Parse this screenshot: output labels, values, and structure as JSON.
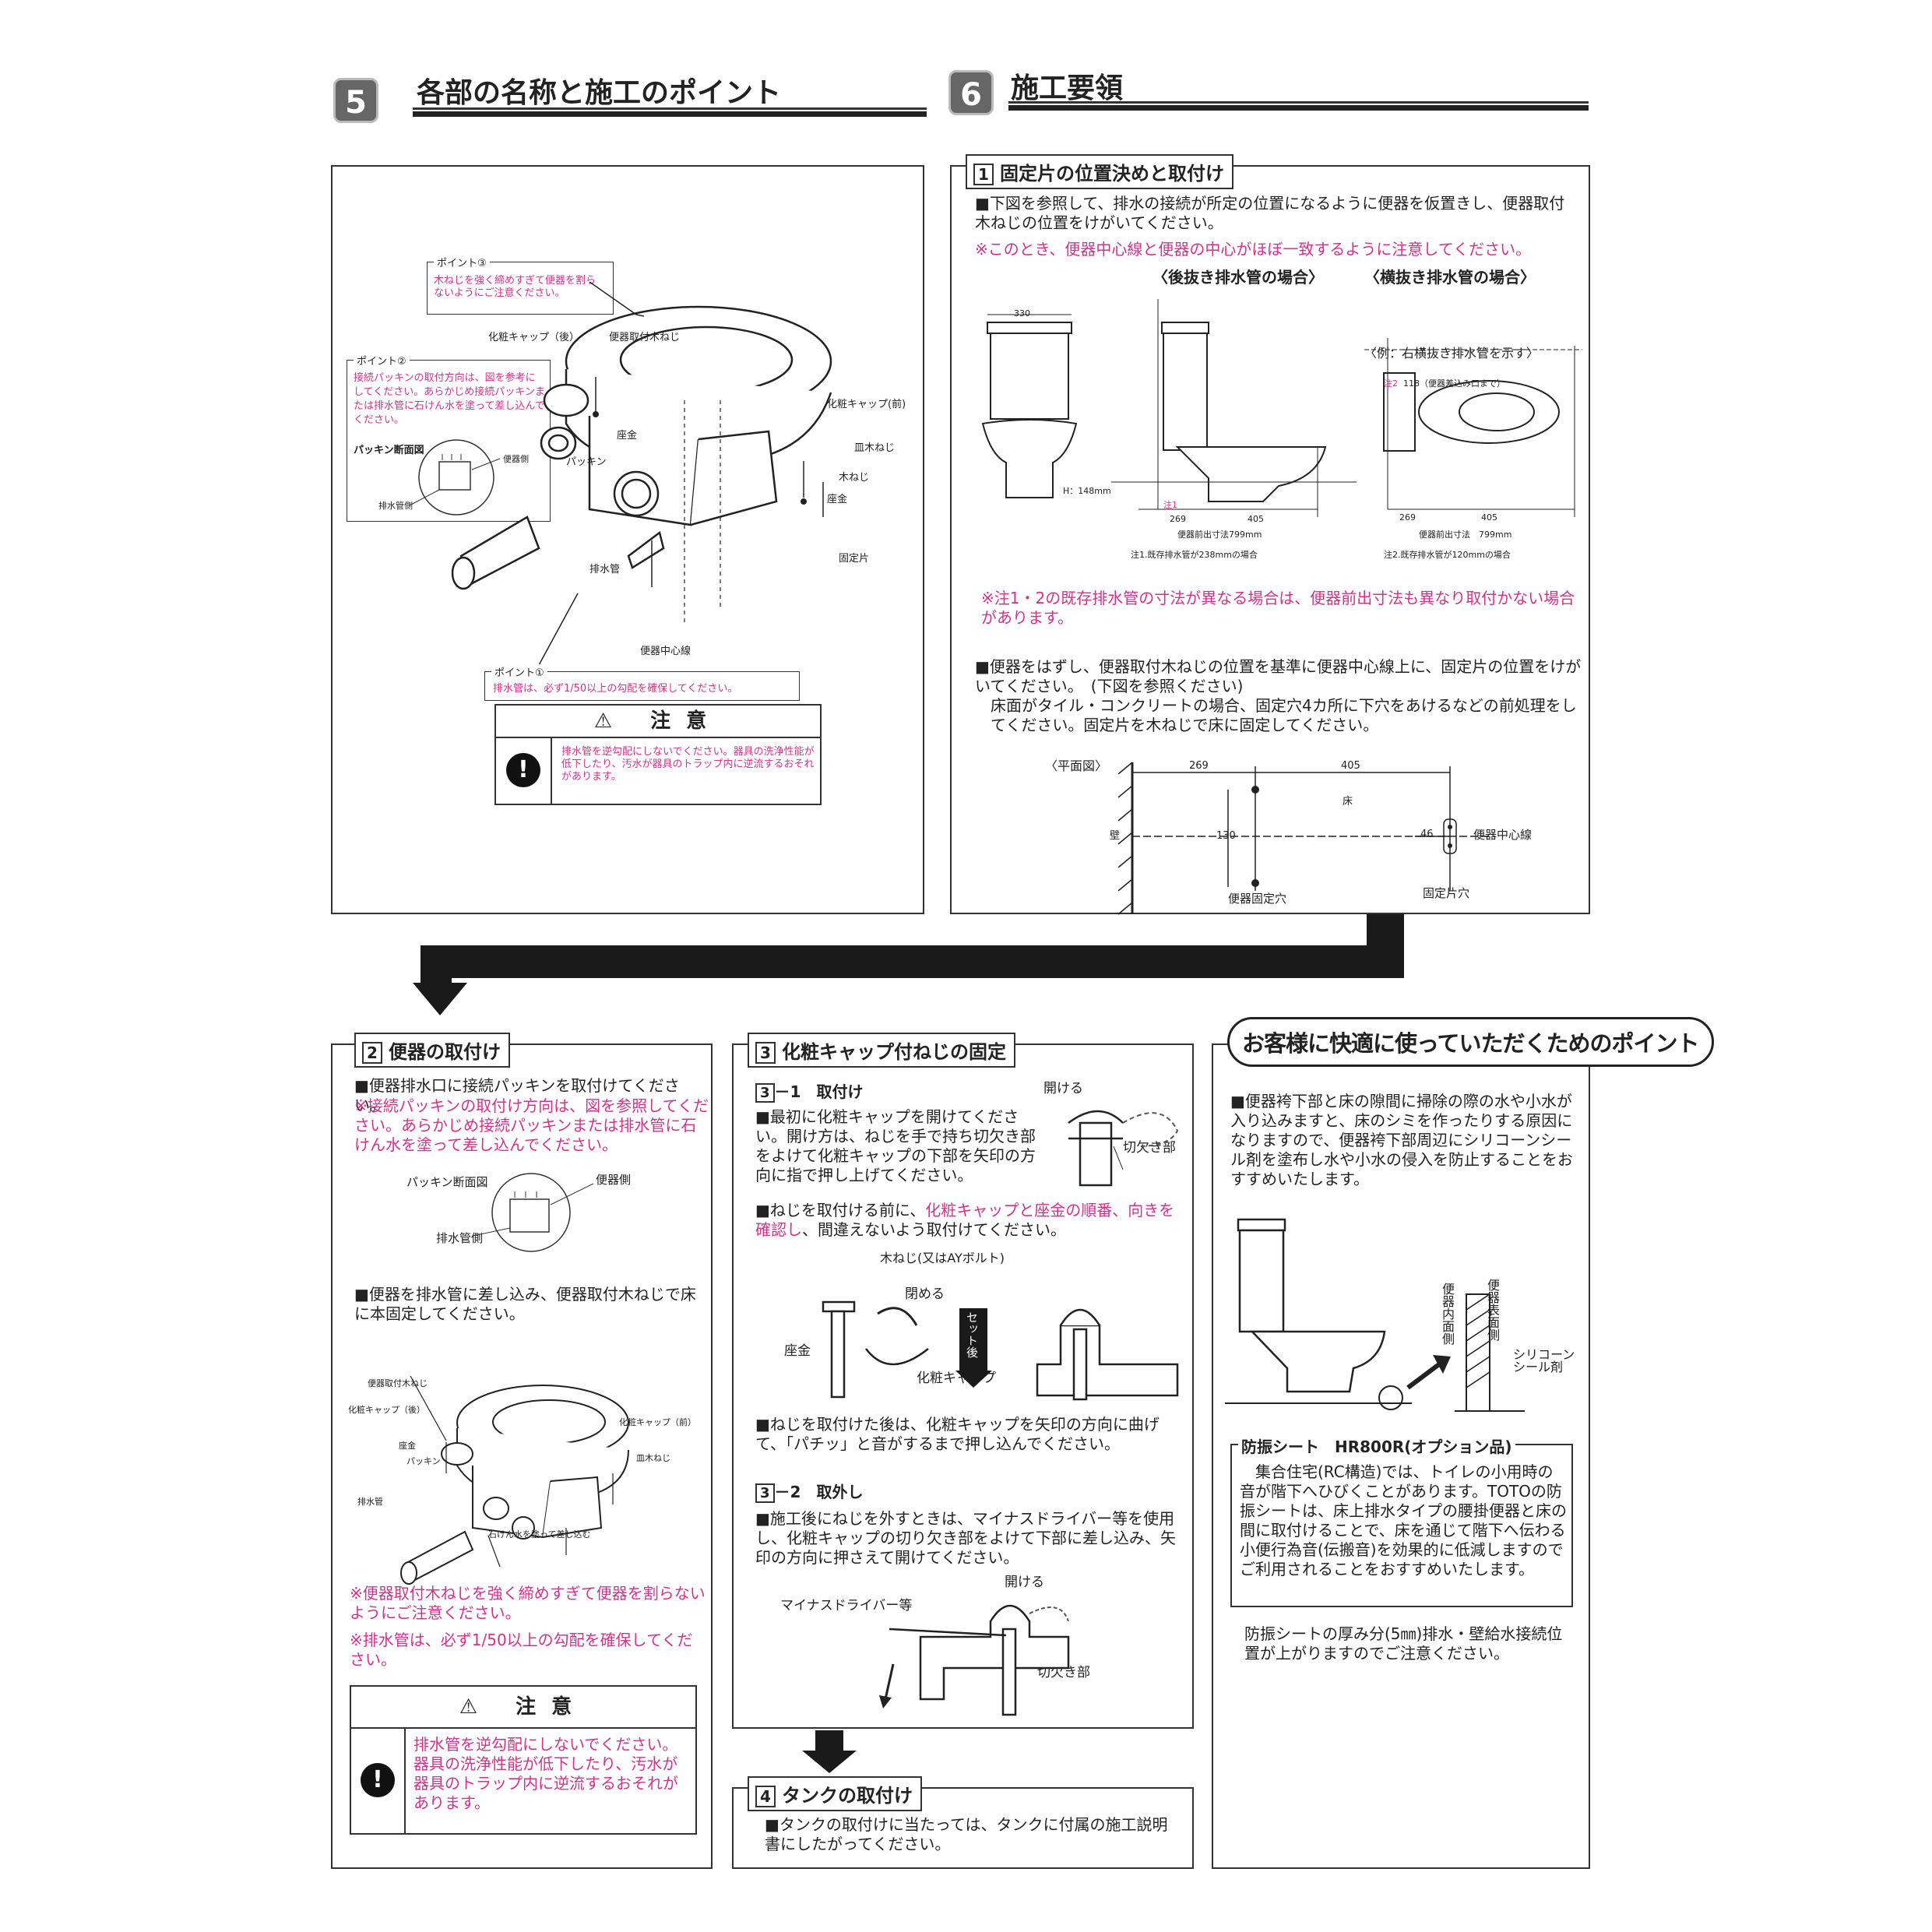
{
  "sec5": {
    "num": "5",
    "title": "各部の名称と施工のポイント"
  },
  "sec6": {
    "num": "6",
    "title": "施工要領"
  },
  "parts": {
    "point3_label": "ポイント③",
    "point3_text": "木ねじを強く締めすぎて便器を割らないようにご注意ください。",
    "point2_label": "ポイント②",
    "point2_text": "接続パッキンの取付方向は、図を参考にしてください。あらかじめ接続パッキンまたは排水管に石けん水を塗って差し込んでください。",
    "packing_section": "パッキン断面図",
    "toilet_side": "便器側",
    "drain_side": "排水管側",
    "cap_rear": "化粧キャップ（後）",
    "bowl_screw": "便器取付木ねじ",
    "cap_front": "化粧キャップ(前)",
    "washer": "座金",
    "packing": "パッキン",
    "dish_screw": "皿木ねじ",
    "wood_screw": "木ねじ",
    "washer2": "座金",
    "fixing_piece": "固定片",
    "drain_pipe": "排水管",
    "center_line": "便器中心線",
    "point1_label": "ポイント①",
    "point1_text": "排水管は、必ず1/50以上の勾配を確保してください。",
    "caution_head": "注意",
    "caution_text": "排水管を逆勾配にしないでください。器具の洗浄性能が低下したり、汚水が器具のトラップ内に逆流するおそれがあります。"
  },
  "step1": {
    "num": "1",
    "title": "固定片の位置決めと取付け",
    "para1": "■下図を参照して、排水の接続が所定の位置になるように便器を仮置きし、便器取付木ねじの位置をけがいてください。",
    "para1_note": "※このとき、便器中心線と便器の中心がほぼ一致するように注意してください。",
    "case_rear": "〈後抜き排水管の場合〉",
    "case_side": "〈横抜き排水管の場合〉",
    "example": "〈例：右横抜き排水管を示す〉",
    "dim_330": "330",
    "dim_h": "H：148mm",
    "dim_note1": "注1",
    "dim_269": "269",
    "dim_405": "405",
    "dim_total": "便器前出寸法799mm",
    "dim_caption1": "注1.既存排水管が238mmの場合",
    "dim_note2": "注2",
    "dim_118": "118（便器差込み口まで）",
    "dim_269b": "269",
    "dim_405b": "405",
    "dim_total2": "便器前出寸法　799mm",
    "dim_caption2": "注2.既存排水管が120mmの場合",
    "note_dims": "※注1・2の既存排水管の寸法が異なる場合は、便器前出寸法も異なり取付かない場合があります。",
    "para2": "■便器をはずし、便器取付木ねじの位置を基準に便器中心線上に、固定片の位置をけがいてください。　(下図を参照ください)",
    "para3": "床面がタイル・コンクリートの場合、固定穴4カ所に下穴をあけるなどの前処理をしてください。固定片を木ねじで床に固定してください。",
    "plan_label": "〈平面図〉",
    "plan_269": "269",
    "plan_405": "405",
    "plan_floor": "床",
    "plan_wall": "壁",
    "plan_130": "130",
    "plan_46": "46",
    "plan_center": "便器中心線",
    "plan_hole": "便器固定穴",
    "plan_piece_hole": "固定片穴"
  },
  "step2": {
    "num": "2",
    "title": "便器の取付け",
    "para1": "■便器排水口に接続パッキンを取付けてください。",
    "note1": "※接続パッキンの取付け方向は、図を参照してください。あらかじめ接続パッキンまたは排水管に石けん水を塗って差し込んでください。",
    "packing_section": "パッキン断面図",
    "toilet_side": "便器側",
    "drain_side": "排水管側",
    "para2": "■便器を排水管に差し込み、便器取付木ねじで床に本固定してください。",
    "bowl_screw": "便器取付木ねじ",
    "cap_rear": "化粧キャップ（後）",
    "cap_front": "化粧キャップ（前）",
    "washer": "座金",
    "packing": "パッキン",
    "dish_screw": "皿木ねじ",
    "drain_pipe": "排水管",
    "soap": "石けん水を塗って差し込む",
    "note2": "※便器取付木ねじを強く締めすぎて便器を割らないようにご注意ください。",
    "note3": "※排水管は、必ず1/50以上の勾配を確保してください。",
    "caution_head": "注意",
    "caution_text": "排水管を逆勾配にしないでください。器具の洗浄性能が低下したり、汚水が器具のトラップ内に逆流するおそれがあります。"
  },
  "step3": {
    "num": "3",
    "title": "化粧キャップ付ねじの固定",
    "sub1": "－1　取付け",
    "sub1_num": "3",
    "para1": "■最初に化粧キャップを開けてください。開け方は、ねじを手で持ち切欠き部をよけて化粧キャップの下部を矢印の方向に指で押し上げてください。",
    "open": "開ける",
    "notch": "切欠き部",
    "para2a": "■ねじを取付ける前に、",
    "para2b": "化粧キャップと座金の順番、向きを確認し",
    "para2c": "、間違えないよう取付けてください。",
    "wood_screw": "木ねじ(又はAYボルト)",
    "close": "閉める",
    "washer": "座金",
    "cap": "化粧キャップ",
    "set_after": "セット後",
    "para3": "■ねじを取付けた後は、化粧キャップを矢印の方向に曲げて、「パチッ」と音がするまで押し込んでください。",
    "sub2": "－2　取外し",
    "sub2_num": "3",
    "para4": "■施工後にねじを外すときは、マイナスドライバー等を使用し、化粧キャップの切り欠き部をよけて下部に差し込み、矢印の方向に押さえて開けてください。",
    "open2": "開ける",
    "driver": "マイナスドライバー等",
    "notch2": "切欠き部"
  },
  "step4": {
    "num": "4",
    "title": "タンクの取付け",
    "para": "■タンクの取付けに当たっては、タンクに付属の施工説明書にしたがってください。"
  },
  "comfort": {
    "title": "お客様に快適に使っていただくためのポイント",
    "para": "■便器袴下部と床の隙間に掃除の際の水や小水が入り込みますと、床のシミを作ったりする原因になりますので、便器袴下部周辺にシリコーンシール剤を塗布し水や小水の侵入を防止することをおすすめいたします。",
    "inner": "便器内面側",
    "outer": "便器表面側",
    "silicone": "シリコーンシール剤",
    "sheet_title": "防振シート　HR800R(オプション品)",
    "sheet_text": "集合住宅(RC構造)では、トイレの小用時の音が階下へひびくことがあります。TOTOの防振シートは、床上排水タイプの腰掛便器と床の間に取付けることで、床を通じて階下へ伝わる小便行為音(伝搬音)を効果的に低減しますのでご利用されることをおすすめいたします。",
    "sheet_note": "防振シートの厚み分(5㎜)排水・壁給水接続位置が上がりますのでご注意ください。"
  }
}
